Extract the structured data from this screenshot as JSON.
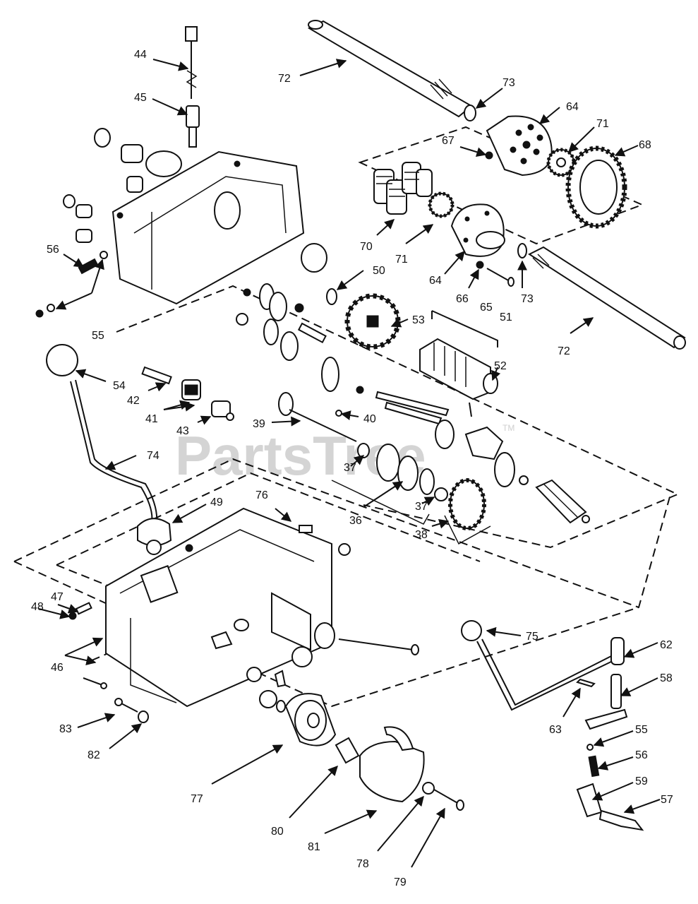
{
  "watermark": {
    "text": "PartsTree",
    "tm": "TM"
  },
  "callouts": [
    {
      "id": "c44",
      "text": "44"
    },
    {
      "id": "c45",
      "text": "45"
    },
    {
      "id": "c72a",
      "text": "72"
    },
    {
      "id": "c73a",
      "text": "73"
    },
    {
      "id": "c64a",
      "text": "64"
    },
    {
      "id": "c71a",
      "text": "71"
    },
    {
      "id": "c68",
      "text": "68"
    },
    {
      "id": "c67",
      "text": "67"
    },
    {
      "id": "c70",
      "text": "70"
    },
    {
      "id": "c71b",
      "text": "71"
    },
    {
      "id": "c50",
      "text": "50"
    },
    {
      "id": "c64b",
      "text": "64"
    },
    {
      "id": "c66",
      "text": "66"
    },
    {
      "id": "c65",
      "text": "65"
    },
    {
      "id": "c73b",
      "text": "73"
    },
    {
      "id": "c51",
      "text": "51"
    },
    {
      "id": "c53",
      "text": "53"
    },
    {
      "id": "c72b",
      "text": "72"
    },
    {
      "id": "c56a",
      "text": "56"
    },
    {
      "id": "c55a",
      "text": "55"
    },
    {
      "id": "c54",
      "text": "54"
    },
    {
      "id": "c52",
      "text": "52"
    },
    {
      "id": "c42",
      "text": "42"
    },
    {
      "id": "c41",
      "text": "41"
    },
    {
      "id": "c43",
      "text": "43"
    },
    {
      "id": "c40",
      "text": "40"
    },
    {
      "id": "c39",
      "text": "39"
    },
    {
      "id": "c74",
      "text": "74"
    },
    {
      "id": "c37a",
      "text": "37"
    },
    {
      "id": "c76",
      "text": "76"
    },
    {
      "id": "c49",
      "text": "49"
    },
    {
      "id": "c37b",
      "text": "37"
    },
    {
      "id": "c36",
      "text": "36"
    },
    {
      "id": "c38",
      "text": "38"
    },
    {
      "id": "c47",
      "text": "47"
    },
    {
      "id": "c48",
      "text": "48"
    },
    {
      "id": "c46",
      "text": "46"
    },
    {
      "id": "c75",
      "text": "75"
    },
    {
      "id": "c62",
      "text": "62"
    },
    {
      "id": "c58",
      "text": "58"
    },
    {
      "id": "c63",
      "text": "63"
    },
    {
      "id": "c55b",
      "text": "55"
    },
    {
      "id": "c56b",
      "text": "56"
    },
    {
      "id": "c59",
      "text": "59"
    },
    {
      "id": "c57",
      "text": "57"
    },
    {
      "id": "c83",
      "text": "83"
    },
    {
      "id": "c82",
      "text": "82"
    },
    {
      "id": "c77",
      "text": "77"
    },
    {
      "id": "c80",
      "text": "80"
    },
    {
      "id": "c81",
      "text": "81"
    },
    {
      "id": "c78",
      "text": "78"
    },
    {
      "id": "c79",
      "text": "79"
    }
  ]
}
